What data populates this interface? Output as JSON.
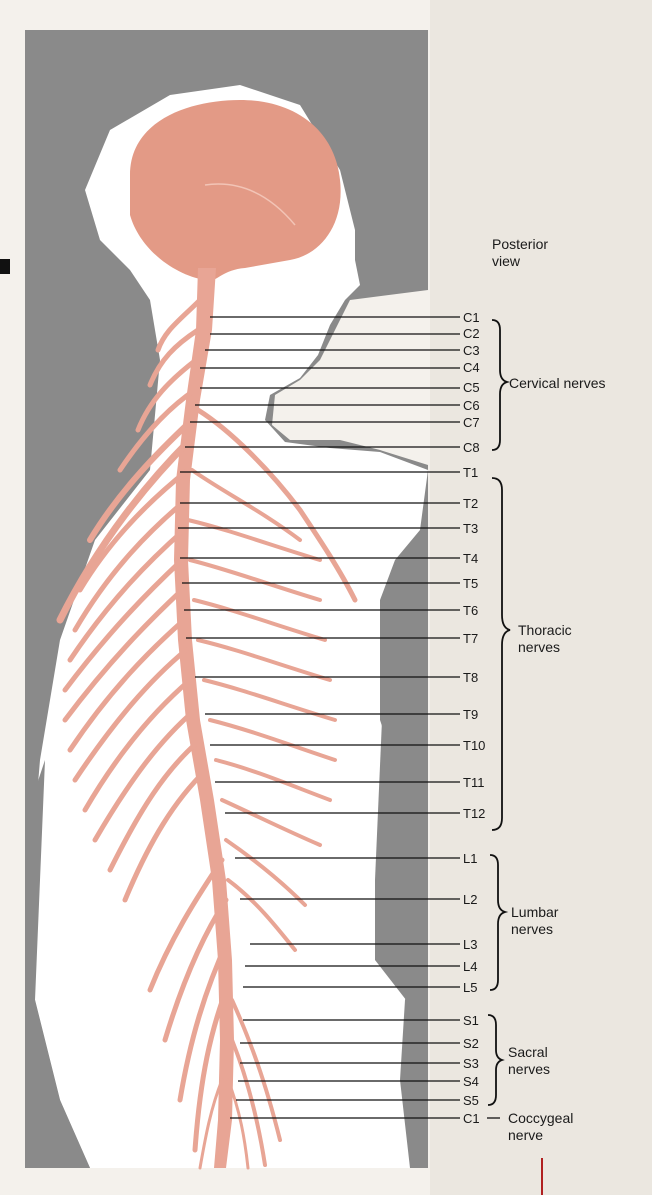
{
  "view_label": "Posterior\nview",
  "nerves": [
    "C1",
    "C2",
    "C3",
    "C4",
    "C5",
    "C6",
    "C7",
    "C8",
    "T1",
    "T2",
    "T3",
    "T4",
    "T5",
    "T6",
    "T7",
    "T8",
    "T9",
    "T10",
    "T11",
    "T12",
    "L1",
    "L2",
    "L3",
    "L4",
    "L5",
    "S1",
    "S2",
    "S3",
    "S4",
    "S5",
    "C1"
  ],
  "groups": {
    "cervical": "Cervical nerves",
    "thoracic": "Thoracic\nnerves",
    "lumbar": "Lumbar\nnerves",
    "sacral": "Sacral\nnerves",
    "coccygeal": "Coccygeal\nnerve"
  },
  "colors": {
    "nerve": "#e8a595",
    "brain": "#e39a86",
    "background_dark": "#8a8a8a",
    "paper": "#f4f1ec",
    "line": "#111111"
  }
}
